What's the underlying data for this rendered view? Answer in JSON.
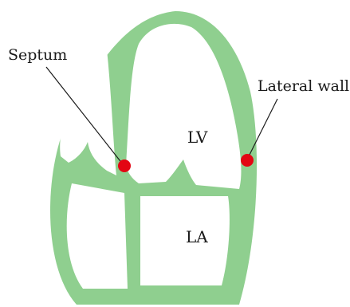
{
  "colors": {
    "myocardium": "#8fcf8f",
    "marker": "#e30613",
    "text": "#1a1a1a",
    "background": "#ffffff"
  },
  "labels": {
    "septum": "Septum",
    "lateral_wall": "Lateral wall",
    "lv": "LV",
    "la": "LA"
  }
}
